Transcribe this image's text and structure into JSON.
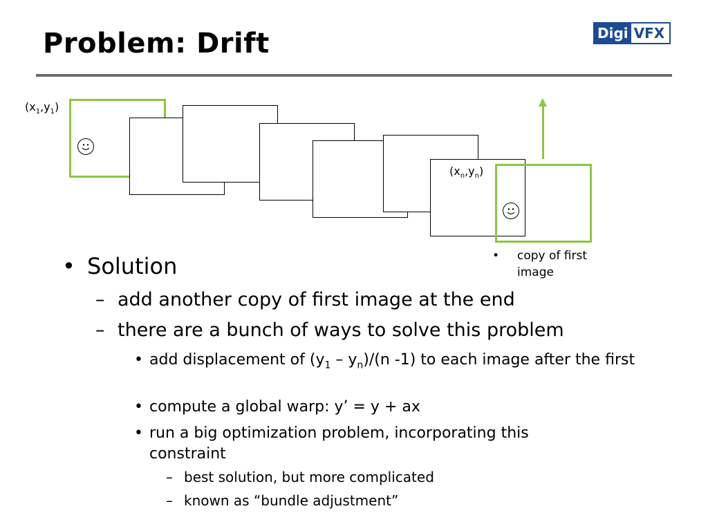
{
  "slide": {
    "title": "Problem: Drift",
    "logo": {
      "part1": "Digi",
      "part2": "VFX"
    }
  },
  "figure": {
    "start_label": {
      "x": "x",
      "x_sub": "1",
      "y": "y",
      "y_sub": "1"
    },
    "end_label": {
      "x": "x",
      "x_sub": "n",
      "y": "y",
      "y_sub": "n"
    },
    "copy_note": "copy of first image",
    "colors": {
      "highlight": "#8cc63f"
    }
  },
  "bullets": {
    "solution": "Solution",
    "sub1": "add another copy of first image at the end",
    "sub2": "there are a bunch of ways to solve this problem",
    "item1_pre": "add displacement of (y",
    "item1_sub1": "1",
    "item1_mid": " – y",
    "item1_sub2": "n",
    "item1_post": ")/(n -1) to each image after the first",
    "item2": "compute a global warp:  y’ = y + ax",
    "item3": "run a big optimization problem, incorporating this constraint",
    "subsub1": "best solution, but more complicated",
    "subsub2": "known as “bundle adjustment”"
  }
}
